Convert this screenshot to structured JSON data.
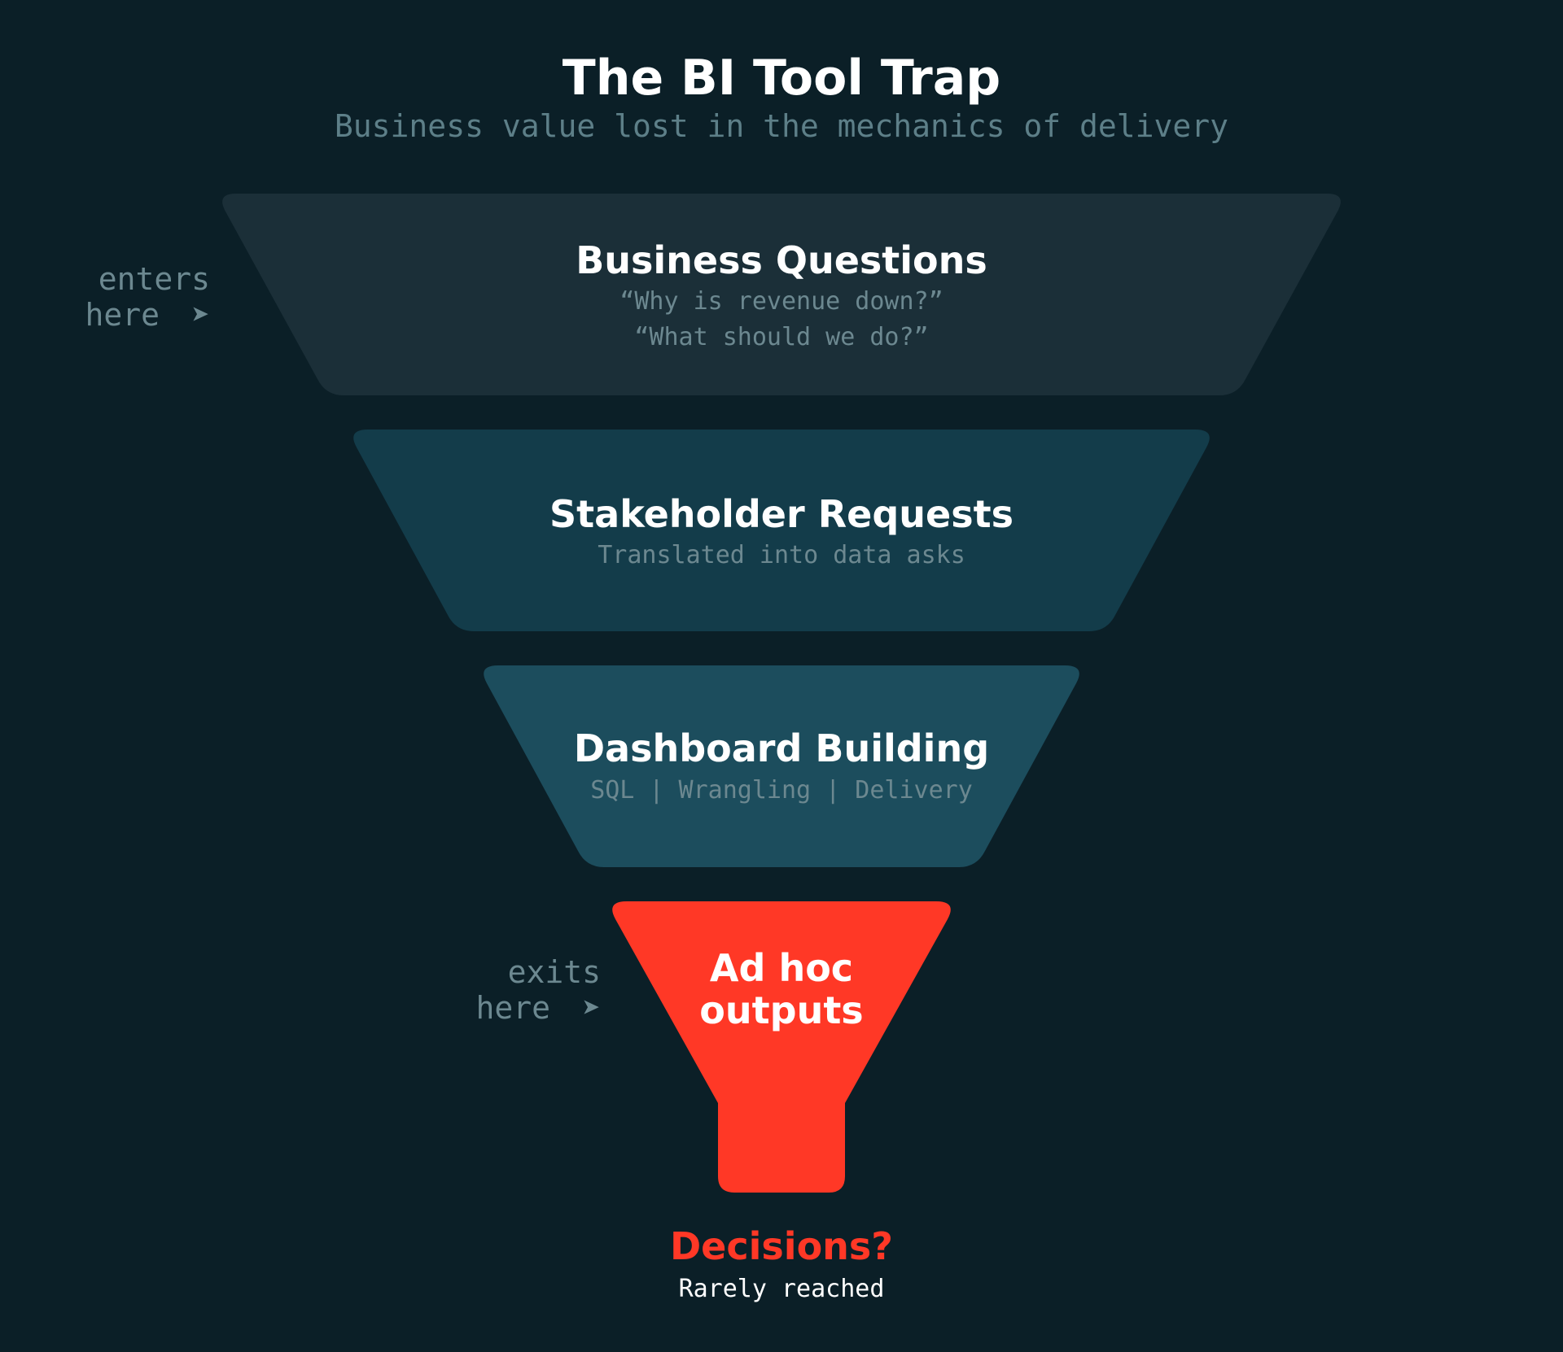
{
  "title": "The BI Tool Trap",
  "subtitle": "Business value lost in the mechanics of delivery",
  "colors": {
    "background": "#0b1f27",
    "stage1": "#1b2f38",
    "stage2": "#133c4a",
    "stage3": "#1c4d5d",
    "output": "#ff3826",
    "muted_text": "#6c8890"
  },
  "stages": [
    {
      "title": "Business Questions",
      "lines": [
        "“Why is revenue down?”",
        "“What should we do?”"
      ]
    },
    {
      "title": "Stakeholder Requests",
      "lines": [
        "Translated into data asks"
      ]
    },
    {
      "title": "Dashboard Building",
      "lines": [
        "SQL | Wrangling | Delivery"
      ]
    }
  ],
  "output": {
    "title_lines": [
      "Ad hoc",
      "outputs"
    ]
  },
  "enters_label": {
    "line1": "enters",
    "line2": "here",
    "arrow": "➤"
  },
  "exits_label": {
    "line1": "exits",
    "line2": "here",
    "arrow": "➤"
  },
  "decision": {
    "title": "Decisions?",
    "subtitle": "Rarely reached"
  }
}
